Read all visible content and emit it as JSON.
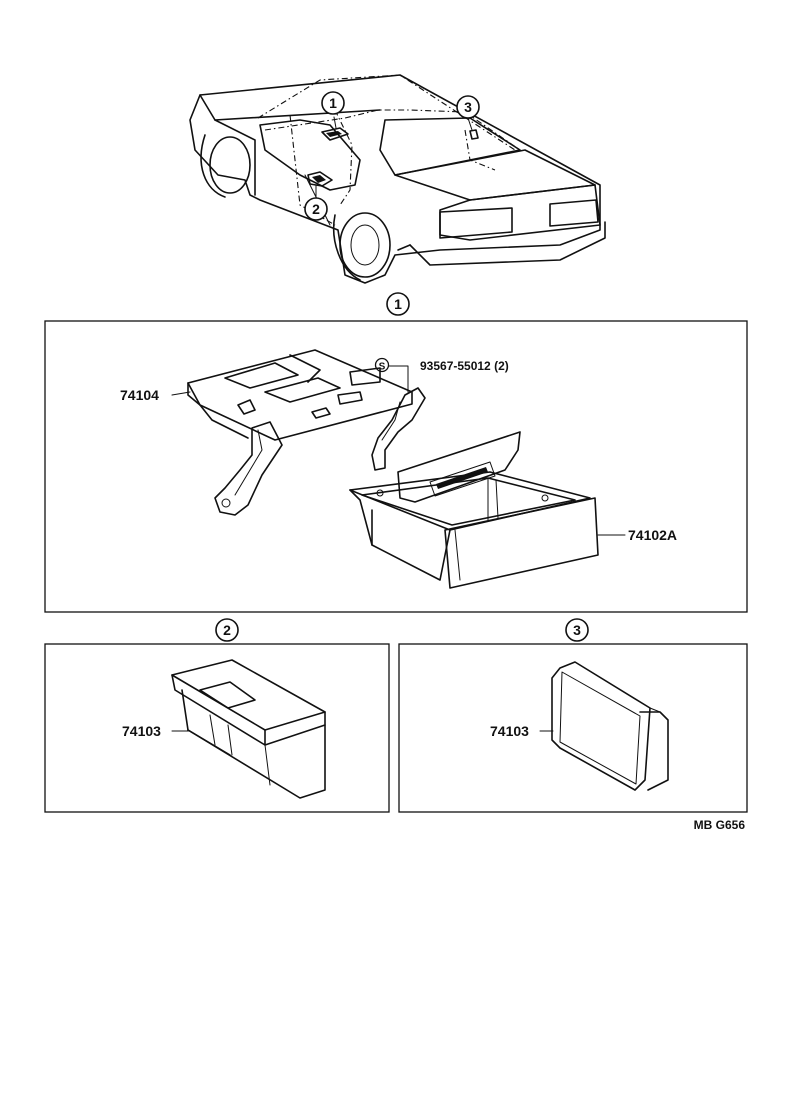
{
  "callouts": {
    "c1": "1",
    "c2": "2",
    "c3": "3"
  },
  "panel1": {
    "part_bracket": "74104",
    "part_box": "74102A",
    "screw_symbol": "S",
    "screw_part": "93567-55012 (2)"
  },
  "panel2": {
    "part": "74103"
  },
  "panel3": {
    "part": "74103"
  },
  "figure_code": "MB G656"
}
